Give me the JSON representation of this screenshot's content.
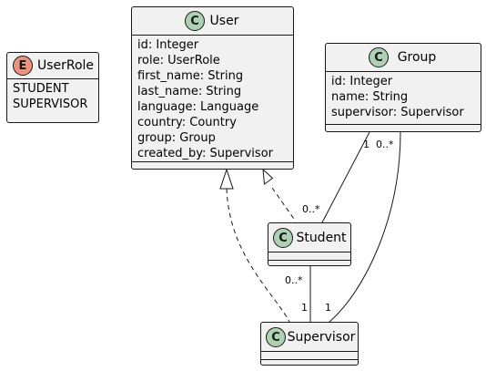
{
  "diagram": {
    "user_role": {
      "stereotype_letter": "E",
      "name": "UserRole",
      "literals": [
        "STUDENT",
        "SUPERVISOR"
      ]
    },
    "user": {
      "stereotype_letter": "C",
      "name": "User",
      "attributes": [
        "id: Integer",
        "role: UserRole",
        "first_name: String",
        "last_name: String",
        "language: Language",
        "country: Country",
        "group: Group",
        "created_by: Supervisor"
      ]
    },
    "group": {
      "stereotype_letter": "C",
      "name": "Group",
      "attributes": [
        "id: Integer",
        "name: String",
        "supervisor: Supervisor"
      ]
    },
    "student": {
      "stereotype_letter": "C",
      "name": "Student"
    },
    "supervisor": {
      "stereotype_letter": "C",
      "name": "Supervisor"
    },
    "multiplicities": {
      "group_student_group_end": "1",
      "group_student_student_end": "0..*",
      "group_supervisor_group_end": "0..*",
      "group_supervisor_supervisor_end": "1",
      "student_supervisor_student_end": "0..*",
      "student_supervisor_supervisor_end": "1"
    },
    "colors": {
      "box_fill": "#f1f1f1",
      "border": "#181818",
      "class_badge": "#add1b2",
      "enum_badge": "#eb937f"
    }
  }
}
